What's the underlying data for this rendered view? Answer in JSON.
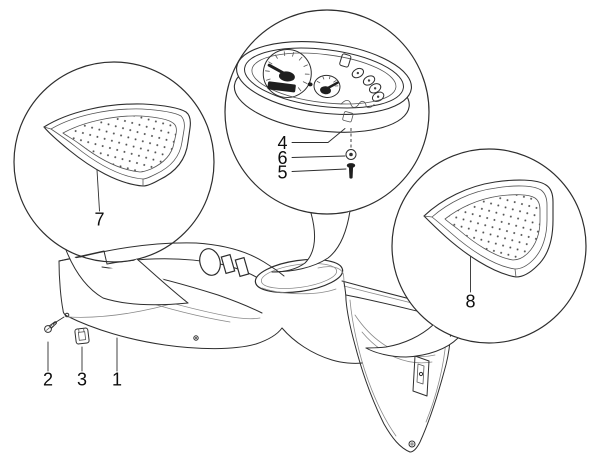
{
  "diagram": {
    "background_color": "#ffffff",
    "line_color": "#2e2e2e",
    "dark_fill_color": "#1f1f1f",
    "part_labels": [
      {
        "number": "1"
      },
      {
        "number": "2"
      },
      {
        "number": "3"
      },
      {
        "number": "4"
      },
      {
        "number": "5"
      },
      {
        "number": "6"
      },
      {
        "number": "7"
      },
      {
        "number": "8"
      }
    ],
    "icons": {
      "front_screw": "screw-icon",
      "clip_nut": "clip-nut-icon",
      "cluster_washer": "washer-icon",
      "cluster_screw": "screw-icon",
      "left_tray": "storage-tray-icon",
      "right_tray": "storage-tray-icon",
      "cluster": "instrument-cluster-icon"
    }
  }
}
